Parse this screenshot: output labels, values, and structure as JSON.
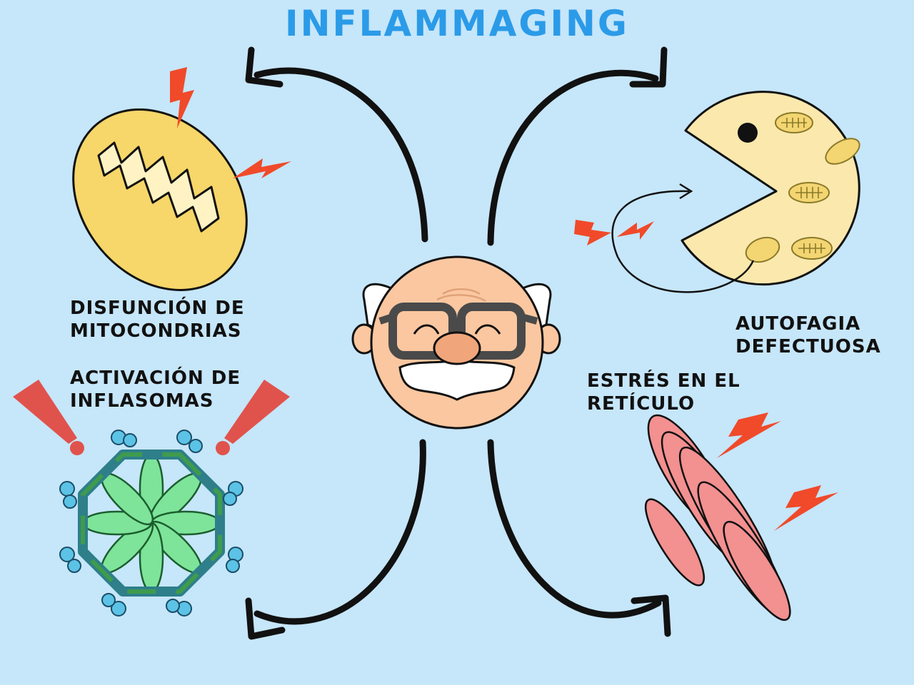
{
  "title": "INFLAMMAGING",
  "labels": {
    "mitochondria": {
      "line1": "DISFUNCIÓN DE",
      "line2": "MITOCONDRIAS"
    },
    "autophagy": {
      "line1": "AUTOFAGIA",
      "line2": "DEFECTUOSA"
    },
    "inflammasome": {
      "line1": "ACTIVACIÓN DE",
      "line2": "INFLASOMAS"
    },
    "reticulum": {
      "line1": "ESTRÉS EN EL",
      "line2": "RETÍCULO"
    }
  },
  "colors": {
    "background": "#c6e6fa",
    "title": "#2b9be8",
    "lightning": "#f04a2a",
    "mitochondria": "#f7d66a",
    "pacman": "#fbe8ad",
    "reticulum": "#f39090",
    "inflammasome_ring": "#2e7f8a",
    "inflammasome_petals": "#7ee49a",
    "alert": "#e0534c"
  },
  "icons": [
    "elderly-man-icon",
    "mitochondria-icon",
    "pacman-cell-icon",
    "inflammasome-icon",
    "endoplasmic-reticulum-icon",
    "lightning-icon",
    "exclamation-icon",
    "curved-arrow-icon"
  ]
}
